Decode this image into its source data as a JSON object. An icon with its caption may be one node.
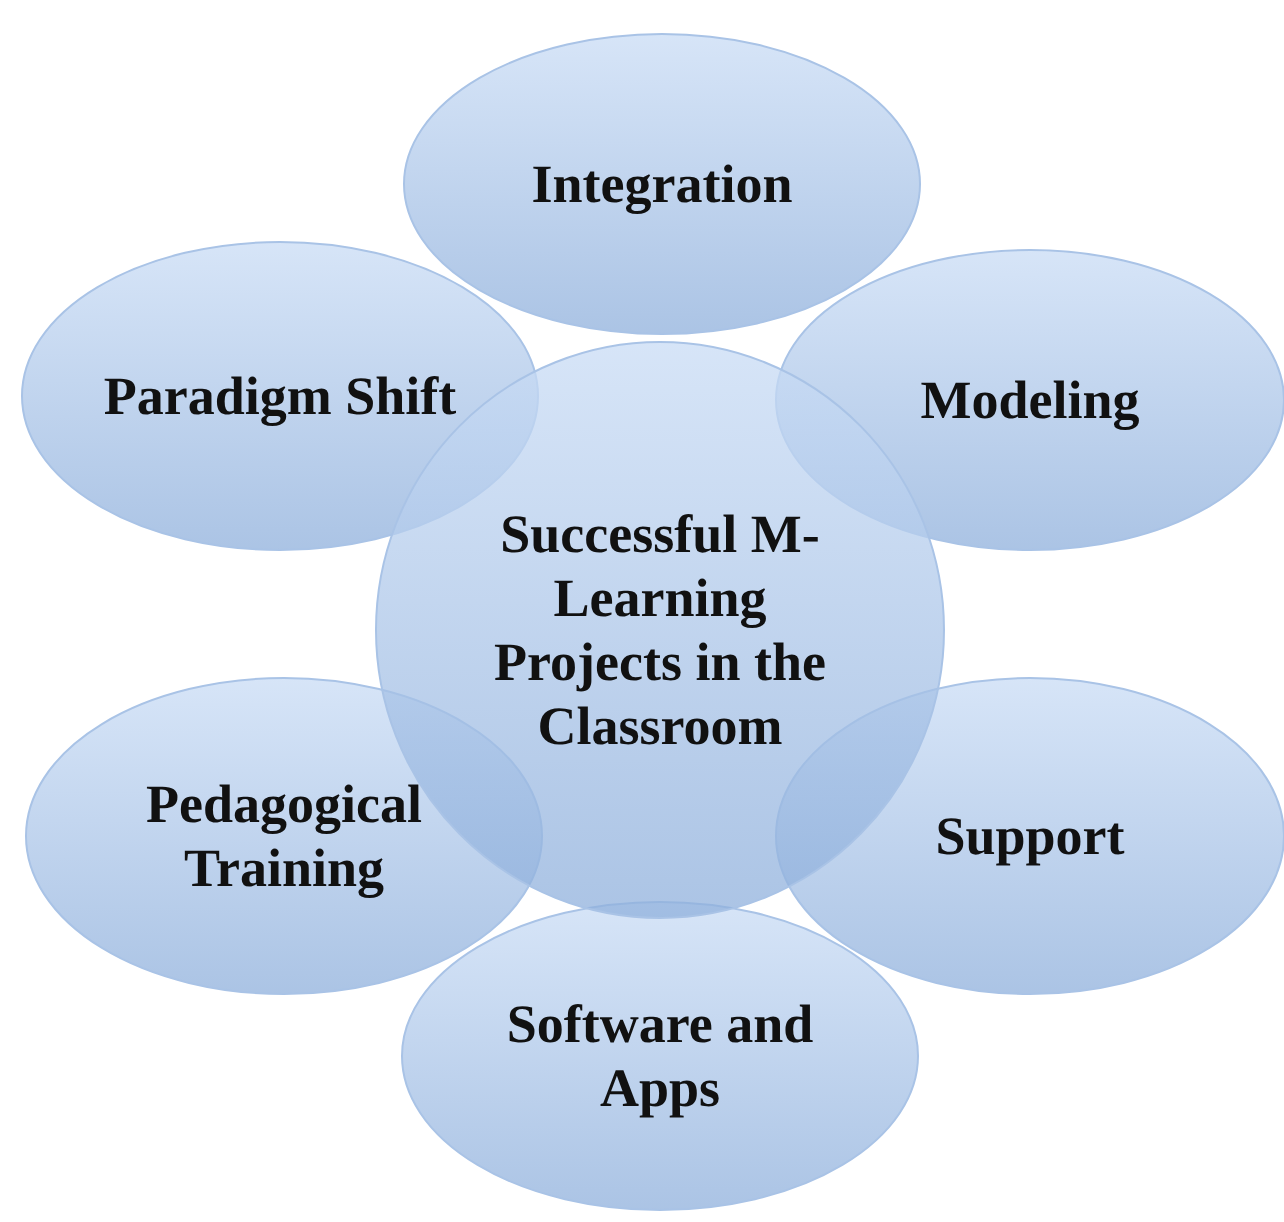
{
  "diagram": {
    "nodes": [
      {
        "text": [
          "Integration"
        ]
      },
      {
        "text": [
          "Paradigm Shift"
        ]
      },
      {
        "text": [
          "Modeling"
        ]
      },
      {
        "text": [
          "Successful M-Learning Projects in the Classroom"
        ]
      },
      {
        "text": [
          "Pedagogical Training"
        ]
      },
      {
        "text": [
          "Support"
        ]
      },
      {
        "text": [
          "Software and Apps"
        ]
      }
    ]
  }
}
